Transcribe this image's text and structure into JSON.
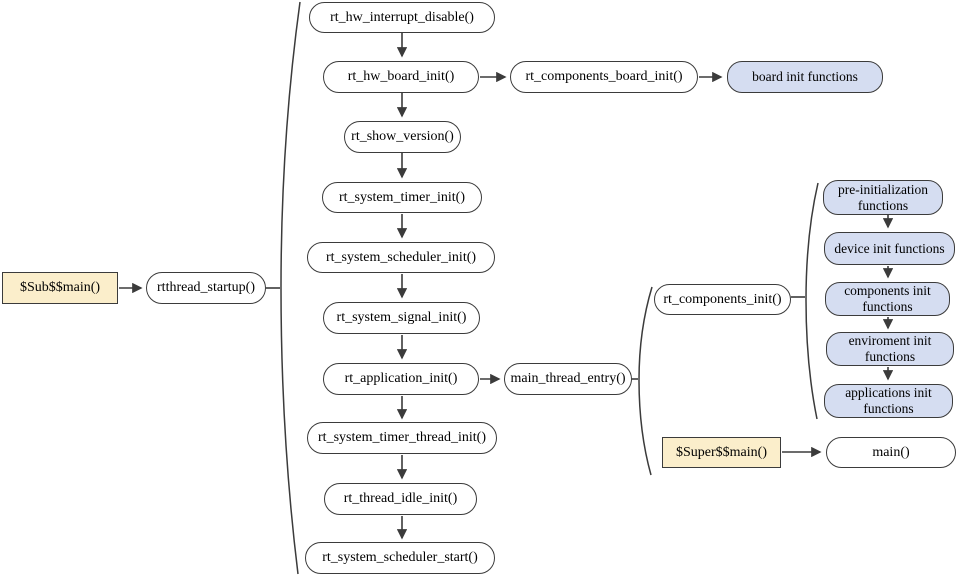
{
  "diagram": {
    "title": "RT-Thread startup sequence flowchart",
    "colors": {
      "node_fill": "#ffffff",
      "node_border": "#3b3b3b",
      "entry_fill": "#fbeecb",
      "group_fill": "#d5ddf1",
      "arrow": "#3b3b3b",
      "text": "#000000"
    },
    "nodes": {
      "sub_main": "$Sub$$main()",
      "rtthread_startup": "rtthread_startup()",
      "seq": [
        "rt_hw_interrupt_disable()",
        "rt_hw_board_init()",
        "rt_show_version()",
        "rt_system_timer_init()",
        "rt_system_scheduler_init()",
        "rt_system_signal_init()",
        "rt_application_init()",
        "rt_system_timer_thread_init()",
        "rt_thread_idle_init()",
        "rt_system_scheduler_start()"
      ],
      "rt_components_board_init": "rt_components_board_init()",
      "board_init_functions": "board init functions",
      "main_thread_entry": "main_thread_entry()",
      "rt_components_init": "rt_components_init()",
      "init_stages": [
        "pre-initialization functions",
        "device init functions",
        "components init functions",
        "enviroment init functions",
        "applications init functions"
      ],
      "super_main": "$Super$$main()",
      "main": "main()"
    }
  }
}
